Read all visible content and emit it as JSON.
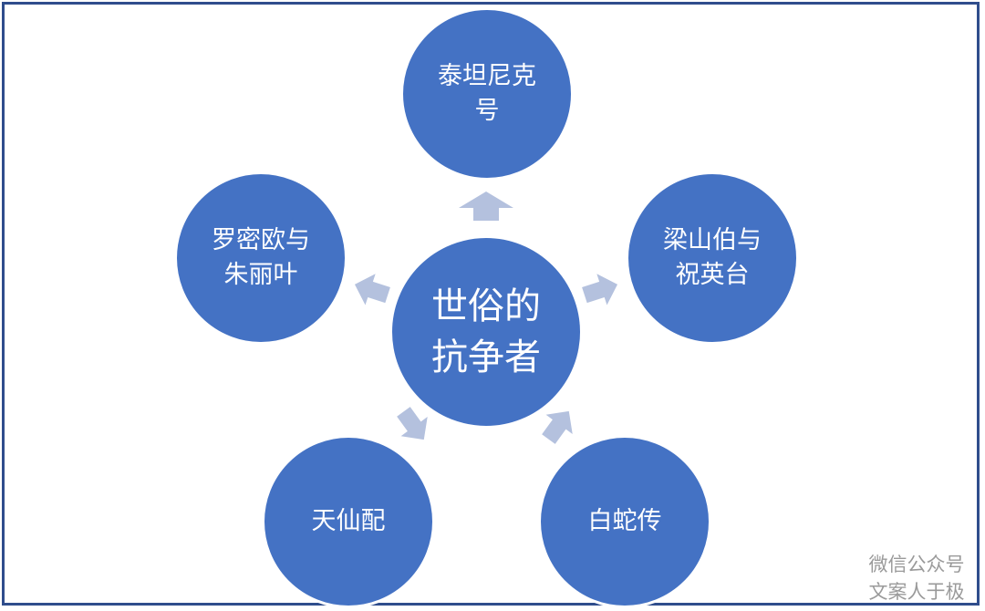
{
  "diagram": {
    "accent_color": "#4472c4",
    "arrow_color": "#b4c1de",
    "frame_color": "#2f4d8c",
    "center": {
      "label": "世俗的\n抗争者"
    },
    "nodes": [
      {
        "id": "top",
        "label": "泰坦尼克\n号"
      },
      {
        "id": "right",
        "label": "梁山伯与\n祝英台"
      },
      {
        "id": "bottom-right",
        "label": "白蛇传"
      },
      {
        "id": "bottom-left",
        "label": "天仙配"
      },
      {
        "id": "left",
        "label": "罗密欧与\n朱丽叶"
      }
    ]
  },
  "watermark": {
    "text": "微信公众号\n文案人于极"
  }
}
